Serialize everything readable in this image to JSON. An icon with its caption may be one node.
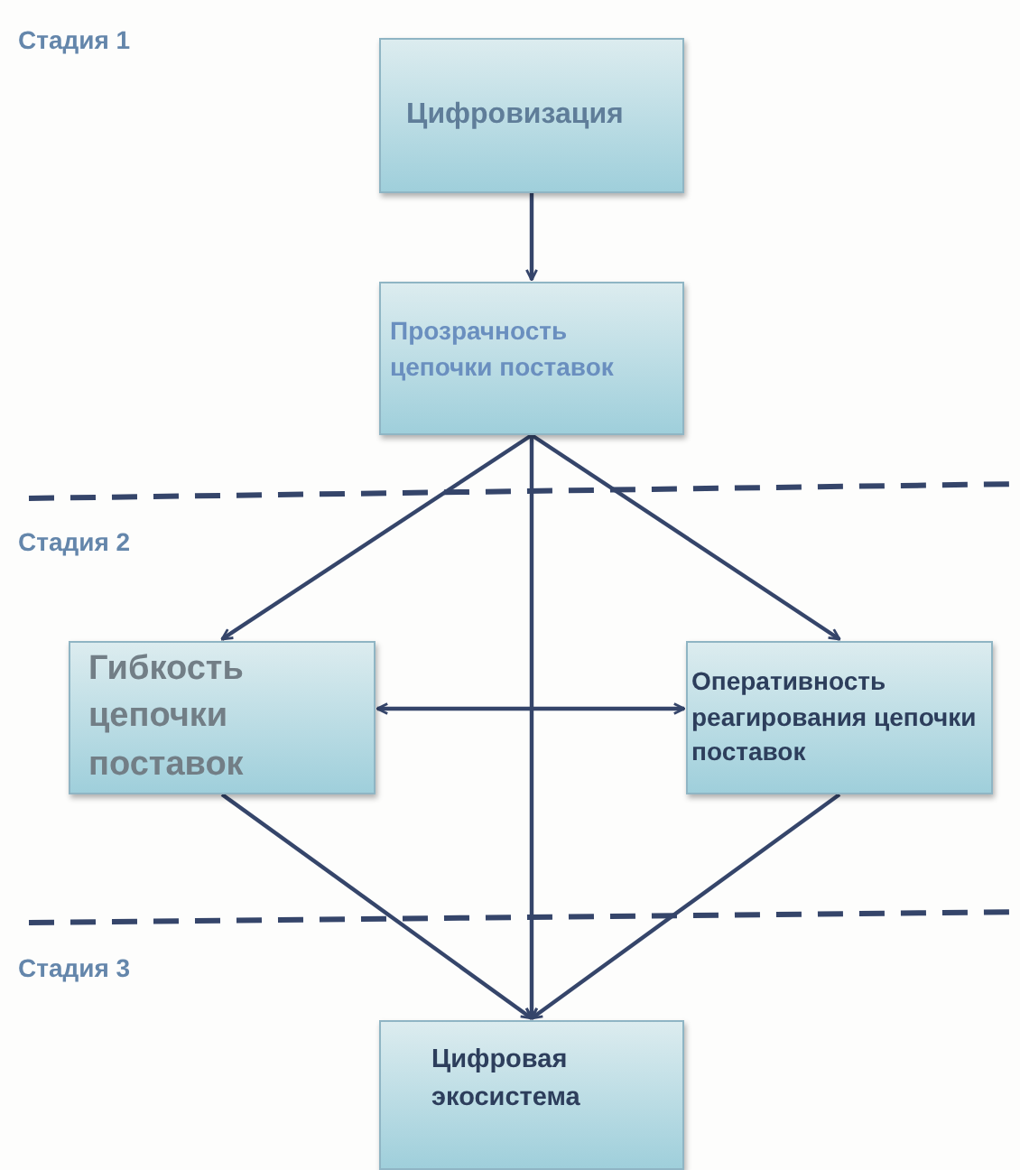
{
  "diagram": {
    "nodes": [
      {
        "text": [
          "Цифровизация"
        ]
      },
      {
        "text": [
          "Прозрачность цепочки поставок"
        ]
      },
      {
        "text": [
          "Гибкость цепочки поставок"
        ]
      },
      {
        "text": [
          "Оперативность реагирования цепочки поставок"
        ]
      },
      {
        "text": [
          "Цифровая экосистема"
        ]
      }
    ],
    "edges": [
      {
        "from": 0,
        "to": 1,
        "arrow": "to"
      },
      {
        "from": 1,
        "to": 2,
        "arrow": "to"
      },
      {
        "from": 1,
        "to": 3,
        "arrow": "to"
      },
      {
        "from": 1,
        "to": 4,
        "arrow": "to"
      },
      {
        "from": 2,
        "to": 3,
        "arrow": "both"
      },
      {
        "from": 2,
        "to": 4,
        "arrow": "to"
      },
      {
        "from": 3,
        "to": 4,
        "arrow": "to"
      }
    ],
    "labels": [
      "Стадия 1",
      "Стадия 2",
      "Стадия 3"
    ]
  }
}
